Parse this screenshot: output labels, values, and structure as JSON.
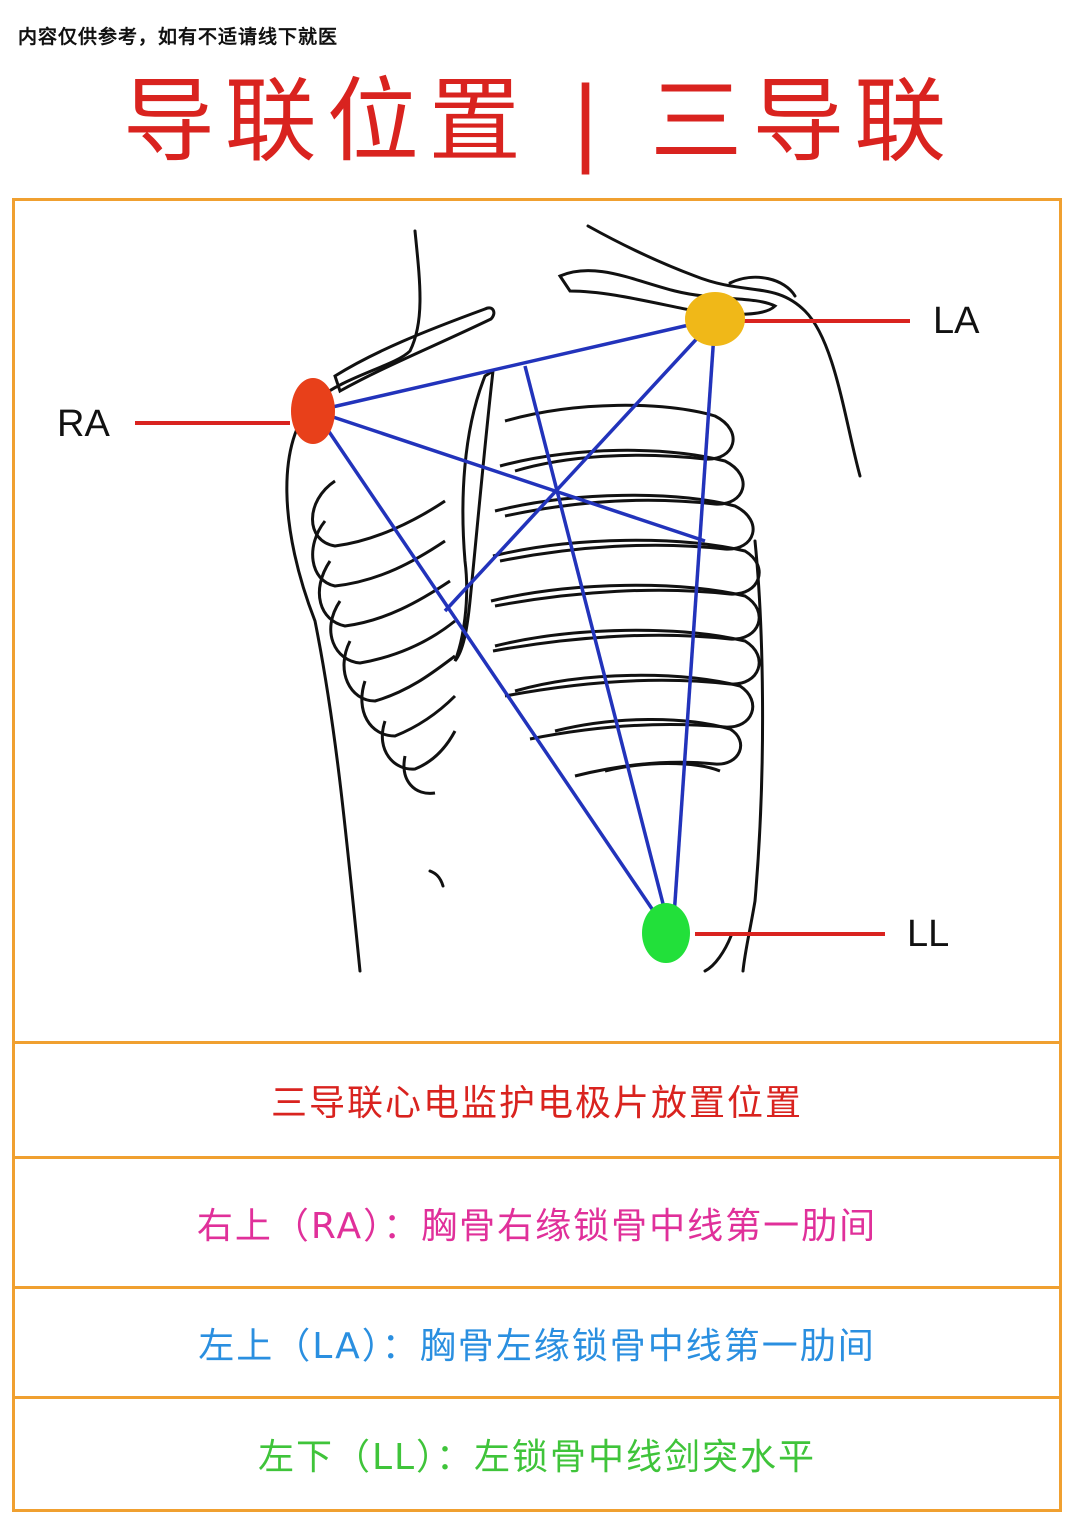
{
  "disclaimer": "内容仅供参考，如有不适请线下就医",
  "title": "导联位置 | 三导联",
  "diagram": {
    "electrodes": [
      {
        "label": "RA",
        "color": "#e8401a"
      },
      {
        "label": "LA",
        "color": "#f0b818"
      },
      {
        "label": "LL",
        "color": "#22e03a"
      }
    ],
    "lead_line_color": "#2233bb",
    "pointer_color": "#d9231f"
  },
  "rows": [
    {
      "text": "三导联心电监护电极片放置位置",
      "color": "#d9231f"
    },
    {
      "text": "右上（RA）：胸骨右缘锁骨中线第一肋间",
      "color": "#e0309a"
    },
    {
      "text": "左上（LA）：胸骨左缘锁骨中线第一肋间",
      "color": "#2a8fe0"
    },
    {
      "text": "左下（LL）：左锁骨中线剑突水平",
      "color": "#3fc43a"
    }
  ],
  "colors": {
    "frame": "#f0a030",
    "title": "#d9231f"
  }
}
